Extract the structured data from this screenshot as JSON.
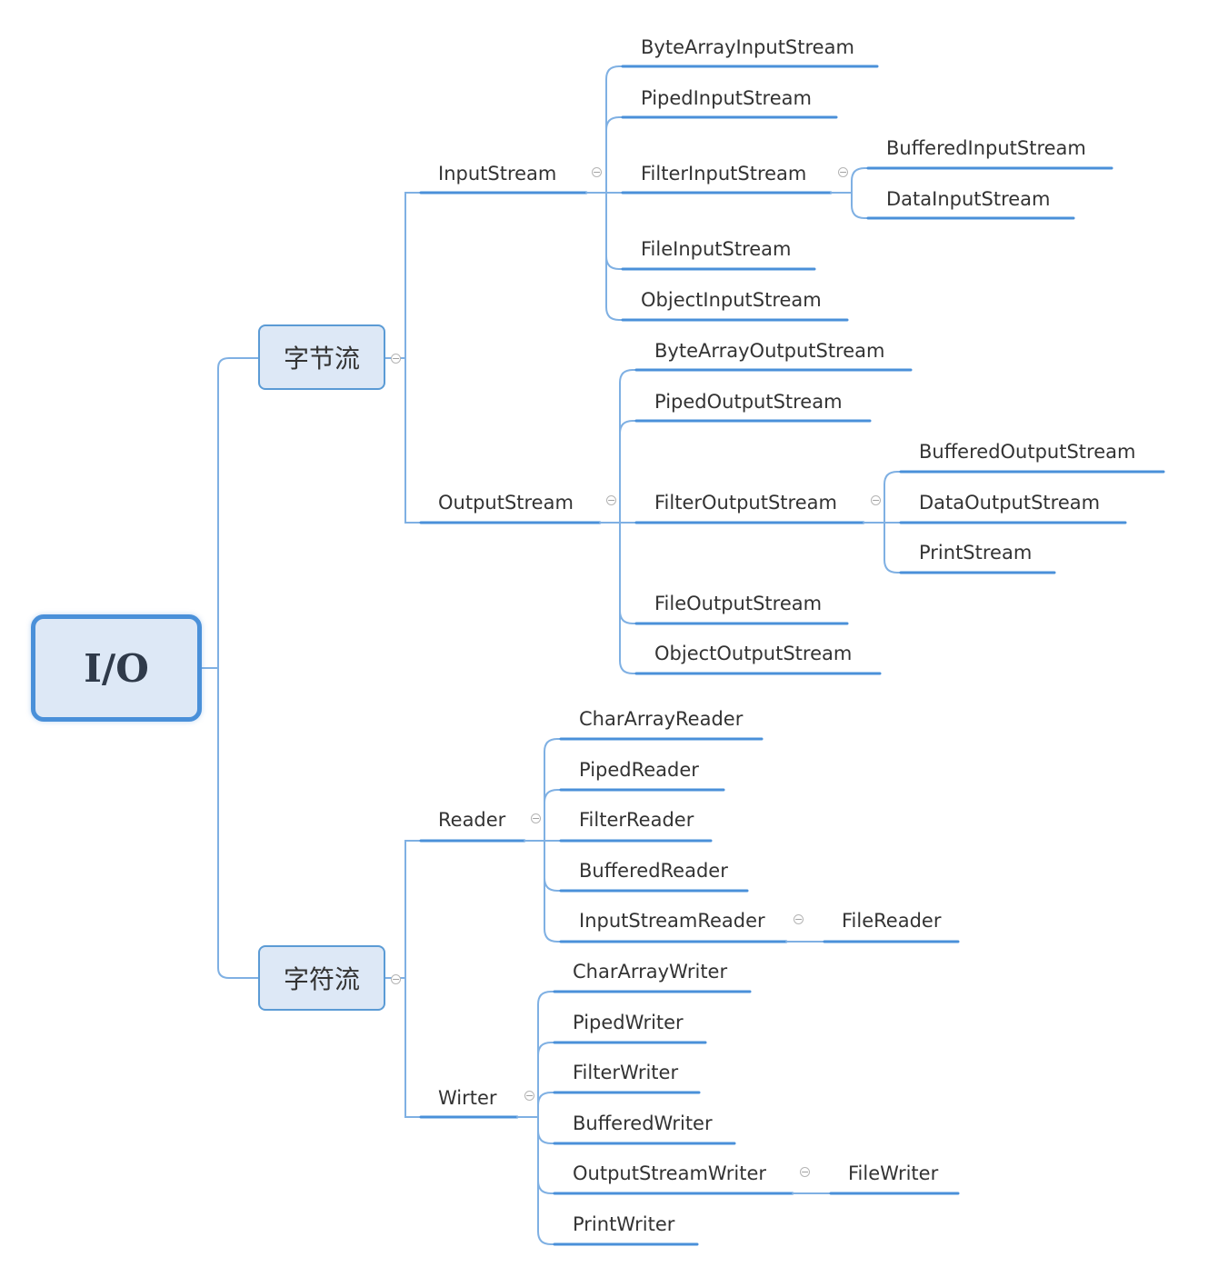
{
  "root": {
    "label": "I/O"
  },
  "categories": [
    {
      "label": "字节流",
      "groups": [
        {
          "label": "InputStream",
          "children": [
            {
              "label": "ByteArrayInputStream"
            },
            {
              "label": "PipedInputStream"
            },
            {
              "label": "FilterInputStream",
              "children": [
                {
                  "label": "BufferedInputStream"
                },
                {
                  "label": "DataInputStream"
                }
              ]
            },
            {
              "label": "FileInputStream"
            },
            {
              "label": "ObjectInputStream"
            }
          ]
        },
        {
          "label": "OutputStream",
          "children": [
            {
              "label": "ByteArrayOutputStream"
            },
            {
              "label": "PipedOutputStream"
            },
            {
              "label": "FilterOutputStream",
              "children": [
                {
                  "label": "BufferedOutputStream"
                },
                {
                  "label": "DataOutputStream"
                },
                {
                  "label": "PrintStream"
                }
              ]
            },
            {
              "label": "FileOutputStream"
            },
            {
              "label": "ObjectOutputStream"
            }
          ]
        }
      ]
    },
    {
      "label": "字符流",
      "groups": [
        {
          "label": "Reader",
          "children": [
            {
              "label": "CharArrayReader"
            },
            {
              "label": "PipedReader"
            },
            {
              "label": "FilterReader"
            },
            {
              "label": "BufferedReader"
            },
            {
              "label": "InputStreamReader",
              "children": [
                {
                  "label": "FileReader"
                }
              ]
            }
          ]
        },
        {
          "label": "Wirter",
          "children": [
            {
              "label": "CharArrayWriter"
            },
            {
              "label": "PipedWriter"
            },
            {
              "label": "FilterWriter"
            },
            {
              "label": "BufferedWriter"
            },
            {
              "label": "OutputStreamWriter",
              "children": [
                {
                  "label": "FileWriter"
                }
              ]
            },
            {
              "label": "PrintWriter"
            }
          ]
        }
      ]
    }
  ],
  "colors": {
    "line": "#4a90d9",
    "connector": "#7fb0e3",
    "box_fill": "#dde8f6",
    "box_border": "#5b9bd5",
    "text": "#333333"
  },
  "icons": {
    "collapse": "minus-circle-icon"
  }
}
